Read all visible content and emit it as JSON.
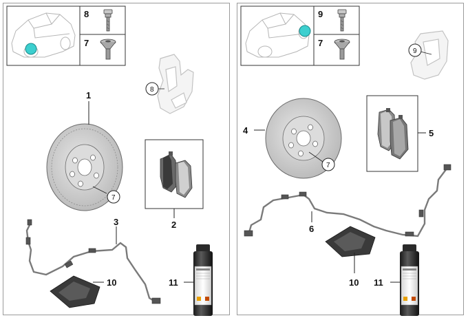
{
  "left_panel": {
    "header": {
      "fastener_top": "8",
      "fastener_bottom": "7"
    },
    "callouts": {
      "brake_disc": "1",
      "wear_sensor": "3",
      "pad_set": "2",
      "carrier": "8",
      "disc_bolt": "7",
      "assembly_paste": "10",
      "spray_can": "11"
    }
  },
  "right_panel": {
    "header": {
      "fastener_top": "9",
      "fastener_bottom": "7"
    },
    "callouts": {
      "brake_disc": "4",
      "pad_set": "5",
      "wear_sensor": "6",
      "carrier": "9",
      "disc_bolt": "7",
      "assembly_paste": "10",
      "spray_can": "11"
    }
  },
  "colors": {
    "highlight": "#3ccfcf",
    "line": "#222222",
    "disc": "#d4d4d4",
    "frame": "#9a9a9a"
  }
}
